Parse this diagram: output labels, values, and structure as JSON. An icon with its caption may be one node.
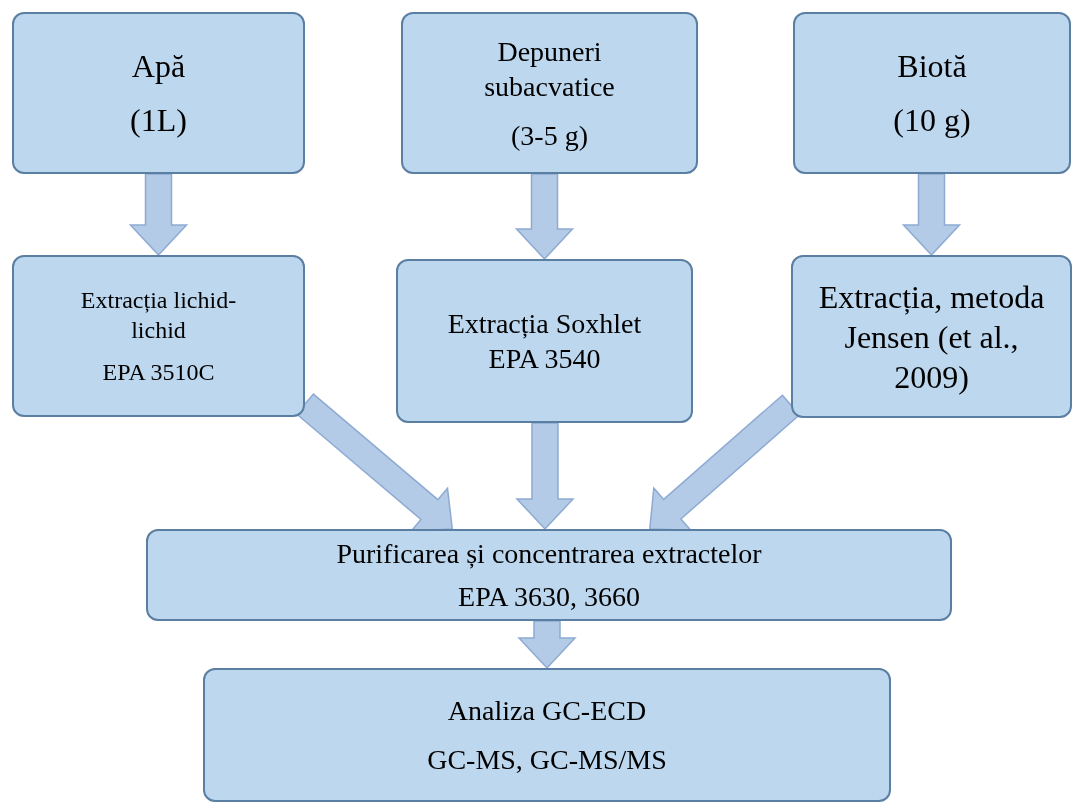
{
  "diagram": {
    "nodes": [
      {
        "text": [
          "Apă",
          "(1L)"
        ]
      },
      {
        "text": [
          "Depuneri subacvatice",
          "(3-5 g)"
        ]
      },
      {
        "text": [
          "Biotă",
          "(10 g)"
        ]
      },
      {
        "text": [
          "Extracția lichid-lichid",
          "EPA 3510C"
        ]
      },
      {
        "text": [
          "Extracția Soxhlet",
          "EPA 3540"
        ]
      },
      {
        "text": [
          "Extracția, metoda Jensen (et al., 2009)"
        ]
      },
      {
        "text": [
          "Purificarea și concentrarea extractelor",
          "EPA 3630, 3660"
        ]
      },
      {
        "text": [
          "Analiza GC-ECD",
          "GC-MS, GC-MS/MS"
        ]
      }
    ],
    "edges": [
      {
        "from": 0,
        "to": 3,
        "arrow": "to"
      },
      {
        "from": 1,
        "to": 4,
        "arrow": "to"
      },
      {
        "from": 2,
        "to": 5,
        "arrow": "to"
      },
      {
        "from": 3,
        "to": 6,
        "arrow": "to"
      },
      {
        "from": 4,
        "to": 6,
        "arrow": "to"
      },
      {
        "from": 5,
        "to": 6,
        "arrow": "to"
      },
      {
        "from": 6,
        "to": 7,
        "arrow": "to"
      }
    ]
  }
}
